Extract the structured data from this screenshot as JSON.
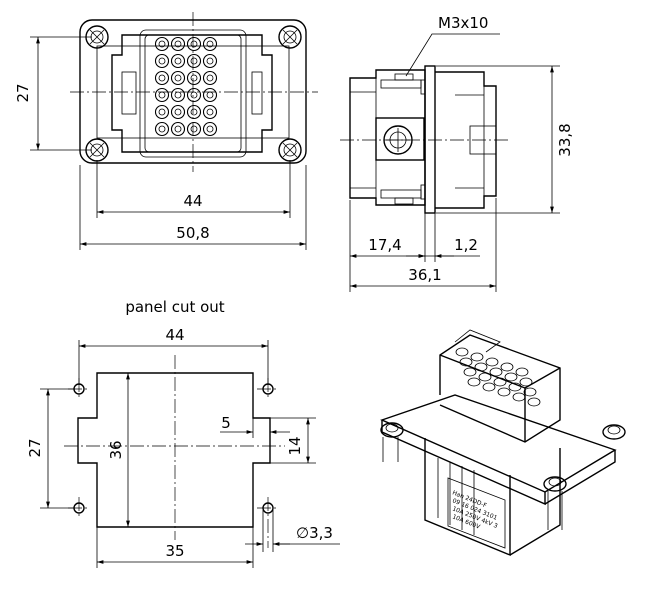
{
  "front_view": {
    "height_dim": "27",
    "width_inner_dim": "44",
    "width_outer_dim": "50,8"
  },
  "side_view": {
    "screw_label": "M3x10",
    "height_dim": "33,8",
    "dim_a": "17,4",
    "dim_b": "1,2",
    "length_dim": "36,1"
  },
  "cutout": {
    "title": "panel cut out",
    "top_width": "44",
    "height_outer": "27",
    "height_inner": "36",
    "notch": "5",
    "notch_height": "14",
    "bottom_width": "35",
    "hole_dia": "∅3,3"
  },
  "product_label": {
    "line1": "Han 24DD-F",
    "line2": "09 16 024 3101",
    "line3": "10A 250V 4kV 3",
    "line4": "10A 600V"
  }
}
